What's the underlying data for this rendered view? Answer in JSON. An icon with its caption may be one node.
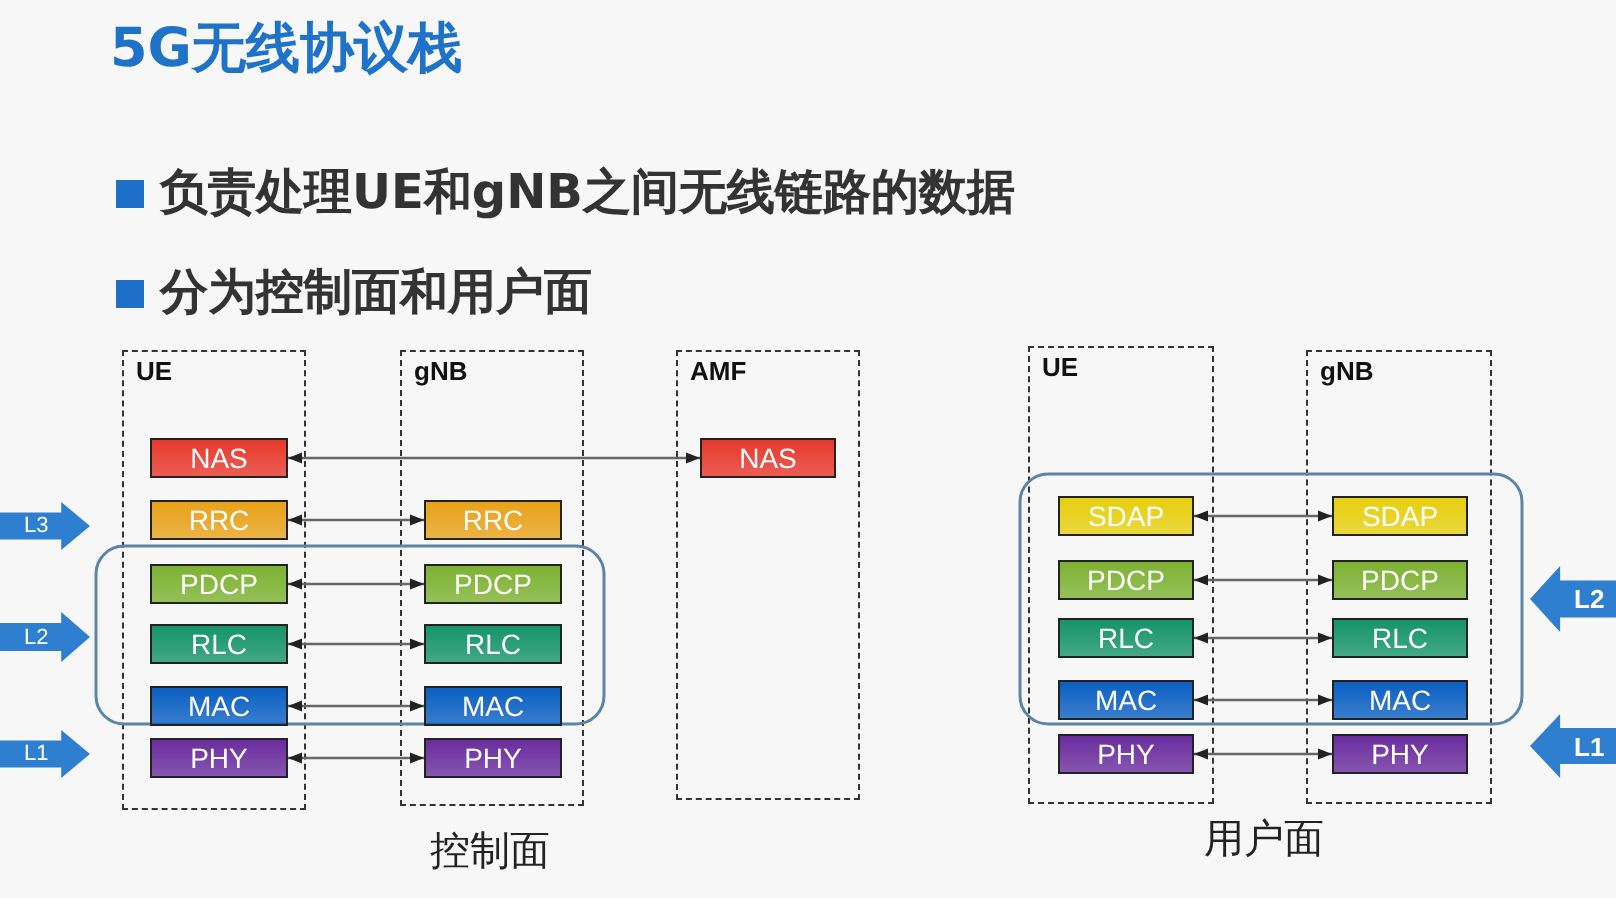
{
  "diagram": {
    "title": "5G无线协议栈",
    "nodes": [
      {
        "text": [
          "UE"
        ]
      },
      {
        "text": [
          "NAS"
        ],
        "in": 0
      },
      {
        "text": [
          "RRC"
        ],
        "in": 0
      },
      {
        "text": [
          "PDCP"
        ],
        "in": 0
      },
      {
        "text": [
          "RLC"
        ],
        "in": 0
      },
      {
        "text": [
          "MAC"
        ],
        "in": 0
      },
      {
        "text": [
          "PHY"
        ],
        "in": 0
      },
      {
        "text": [
          "gNB"
        ]
      },
      {
        "text": [
          "RRC"
        ],
        "in": 7
      },
      {
        "text": [
          "PDCP"
        ],
        "in": 7
      },
      {
        "text": [
          "RLC"
        ],
        "in": 7
      },
      {
        "text": [
          "MAC"
        ],
        "in": 7
      },
      {
        "text": [
          "PHY"
        ],
        "in": 7
      },
      {
        "text": [
          "AMF"
        ]
      },
      {
        "text": [
          "NAS"
        ],
        "in": 13
      },
      {
        "text": [
          "UE"
        ]
      },
      {
        "text": [
          "SDAP"
        ],
        "in": 15
      },
      {
        "text": [
          "PDCP"
        ],
        "in": 15
      },
      {
        "text": [
          "RLC"
        ],
        "in": 15
      },
      {
        "text": [
          "MAC"
        ],
        "in": 15
      },
      {
        "text": [
          "PHY"
        ],
        "in": 15
      },
      {
        "text": [
          "gNB"
        ]
      },
      {
        "text": [
          "SDAP"
        ],
        "in": 21
      },
      {
        "text": [
          "PDCP"
        ],
        "in": 21
      },
      {
        "text": [
          "RLC"
        ],
        "in": 21
      },
      {
        "text": [
          "MAC"
        ],
        "in": 21
      },
      {
        "text": [
          "PHY"
        ],
        "in": 21
      },
      {
        "text": [
          "L3"
        ]
      },
      {
        "text": [
          "L2"
        ]
      },
      {
        "text": [
          "L1"
        ]
      },
      {
        "text": [
          "L2"
        ]
      },
      {
        "text": [
          "L1"
        ]
      }
    ],
    "edges": [
      {
        "from": 1,
        "to": 14,
        "arrow": "both"
      },
      {
        "from": 2,
        "to": 8,
        "arrow": "both"
      },
      {
        "from": 3,
        "to": 9,
        "arrow": "both"
      },
      {
        "from": 4,
        "to": 10,
        "arrow": "both"
      },
      {
        "from": 5,
        "to": 11,
        "arrow": "both"
      },
      {
        "from": 6,
        "to": 12,
        "arrow": "both"
      },
      {
        "from": 16,
        "to": 22,
        "arrow": "both"
      },
      {
        "from": 17,
        "to": 23,
        "arrow": "both"
      },
      {
        "from": 18,
        "to": 24,
        "arrow": "both"
      },
      {
        "from": 19,
        "to": 25,
        "arrow": "both"
      },
      {
        "from": 20,
        "to": 26,
        "arrow": "both"
      }
    ],
    "labels": [
      "负责处理UE和gNB之间无线链路的数据",
      "分为控制面和用户面",
      "控制面",
      "用户面"
    ]
  }
}
